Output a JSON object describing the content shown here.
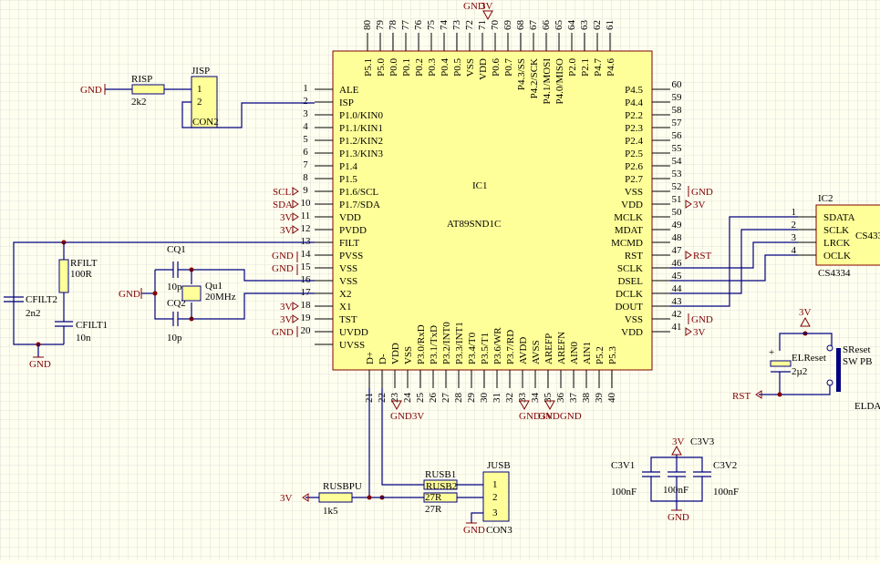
{
  "ic1": {
    "ref": "IC1",
    "part": "AT89SND1C",
    "left_pins": [
      {
        "n": "1",
        "name": "ALE"
      },
      {
        "n": "2",
        "name": "ISP"
      },
      {
        "n": "3",
        "name": "P1.0/KIN0"
      },
      {
        "n": "4",
        "name": "P1.1/KIN1"
      },
      {
        "n": "5",
        "name": "P1.2/KIN2"
      },
      {
        "n": "6",
        "name": "P1.3/KIN3"
      },
      {
        "n": "7",
        "name": "P1.4"
      },
      {
        "n": "8",
        "name": "P1.5"
      },
      {
        "n": "9",
        "name": "P1.6/SCL"
      },
      {
        "n": "10",
        "name": "P1.7/SDA"
      },
      {
        "n": "11",
        "name": "VDD"
      },
      {
        "n": "12",
        "name": "PVDD"
      },
      {
        "n": "13",
        "name": "FILT"
      },
      {
        "n": "14",
        "name": "PVSS"
      },
      {
        "n": "15",
        "name": "VSS"
      },
      {
        "n": "16",
        "name": "VSS"
      },
      {
        "n": "17",
        "name": "X2"
      },
      {
        "n": "18",
        "name": "X1"
      },
      {
        "n": "19",
        "name": "TST"
      },
      {
        "n": "20",
        "name": "UVDD"
      },
      {
        "n": "",
        "name": "UVSS"
      }
    ],
    "right_pins": [
      {
        "n": "60",
        "name": "P4.5"
      },
      {
        "n": "59",
        "name": "P4.4"
      },
      {
        "n": "58",
        "name": "P2.2"
      },
      {
        "n": "57",
        "name": "P2.3"
      },
      {
        "n": "56",
        "name": "P2.4"
      },
      {
        "n": "55",
        "name": "P2.5"
      },
      {
        "n": "54",
        "name": "P2.6"
      },
      {
        "n": "53",
        "name": "P2.7"
      },
      {
        "n": "52",
        "name": "VSS"
      },
      {
        "n": "51",
        "name": "VDD"
      },
      {
        "n": "50",
        "name": "MCLK"
      },
      {
        "n": "49",
        "name": "MDAT"
      },
      {
        "n": "48",
        "name": "MCMD"
      },
      {
        "n": "47",
        "name": "RST"
      },
      {
        "n": "46",
        "name": "SCLK"
      },
      {
        "n": "45",
        "name": "DSEL"
      },
      {
        "n": "44",
        "name": "DCLK"
      },
      {
        "n": "43",
        "name": "DOUT"
      },
      {
        "n": "42",
        "name": "VSS"
      },
      {
        "n": "41",
        "name": "VDD"
      }
    ],
    "top_pins": [
      {
        "n": "80",
        "name": "P5.1"
      },
      {
        "n": "79",
        "name": "P5.0"
      },
      {
        "n": "78",
        "name": "P0.0"
      },
      {
        "n": "77",
        "name": "P0.1"
      },
      {
        "n": "76",
        "name": "P0.2"
      },
      {
        "n": "75",
        "name": "P0.3"
      },
      {
        "n": "74",
        "name": "P0.4"
      },
      {
        "n": "73",
        "name": "P0.5"
      },
      {
        "n": "72",
        "name": "VSS"
      },
      {
        "n": "71",
        "name": "VDD"
      },
      {
        "n": "70",
        "name": "P0.6"
      },
      {
        "n": "69",
        "name": "P0.7"
      },
      {
        "n": "68",
        "name": "P4.3/SS"
      },
      {
        "n": "67",
        "name": "P4.2/SCK"
      },
      {
        "n": "66",
        "name": "P4.1/MOSI"
      },
      {
        "n": "65",
        "name": "P4.0/MISO"
      },
      {
        "n": "64",
        "name": "P2.0"
      },
      {
        "n": "63",
        "name": "P2.1"
      },
      {
        "n": "62",
        "name": "P4.7"
      },
      {
        "n": "61",
        "name": "P4.6"
      }
    ],
    "bottom_pins": [
      {
        "n": "21",
        "name": "D+"
      },
      {
        "n": "22",
        "name": "D-"
      },
      {
        "n": "23",
        "name": "VDD"
      },
      {
        "n": "24",
        "name": "VSS"
      },
      {
        "n": "25",
        "name": "P3.0/RxD"
      },
      {
        "n": "26",
        "name": "P3.1/TxD"
      },
      {
        "n": "27",
        "name": "P3.2/INT0"
      },
      {
        "n": "28",
        "name": "P3.3/INT1"
      },
      {
        "n": "29",
        "name": "P3.4/T0"
      },
      {
        "n": "30",
        "name": "P3.5/T1"
      },
      {
        "n": "31",
        "name": "P3.6/WR"
      },
      {
        "n": "32",
        "name": "P3.7/RD"
      },
      {
        "n": "33",
        "name": "AVDD"
      },
      {
        "n": "34",
        "name": "AVSS"
      },
      {
        "n": "35",
        "name": "AREFP"
      },
      {
        "n": "36",
        "name": "AREFN"
      },
      {
        "n": "37",
        "name": "AIN0"
      },
      {
        "n": "38",
        "name": "AIN1"
      },
      {
        "n": "39",
        "name": "P5.2"
      },
      {
        "n": "40",
        "name": "P5.3"
      }
    ]
  },
  "ic2": {
    "ref": "IC2",
    "part": "CS4334",
    "part_cut": "CS433",
    "pins": [
      {
        "n": "1",
        "name": "SDATA"
      },
      {
        "n": "2",
        "name": "SCLK"
      },
      {
        "n": "3",
        "name": "LRCK"
      },
      {
        "n": "4",
        "name": "OCLK"
      }
    ]
  },
  "risp": {
    "ref": "RISP",
    "value": "2k2"
  },
  "jisp": {
    "ref": "JISP",
    "part": "CON2",
    "pins": [
      "1",
      "2"
    ]
  },
  "rfilt": {
    "ref": "RFILT",
    "value": "100R"
  },
  "cfilt1": {
    "ref": "CFILT1",
    "value": "10n"
  },
  "cfilt2": {
    "ref": "CFILT2",
    "value": "2n2"
  },
  "cq1": {
    "ref": "CQ1",
    "value": "10p"
  },
  "cq2": {
    "ref": "CQ2",
    "value": "10p"
  },
  "xtal": {
    "ref": "Qu1",
    "value": "20MHz"
  },
  "rusbpu": {
    "ref": "RUSBPU",
    "value": "1k5"
  },
  "rusb1": {
    "ref": "RUSB1",
    "value": "27R"
  },
  "rusb2": {
    "ref": "RUSB2",
    "value": "27R"
  },
  "jusb": {
    "ref": "JUSB",
    "part": "CON3",
    "pins": [
      "1",
      "2",
      "3"
    ]
  },
  "elreset": {
    "ref": "ELReset",
    "value": "2µ2"
  },
  "sreset": {
    "ref": "SReset",
    "value": "SW PB"
  },
  "c3v3": {
    "ref": "C3V3",
    "value": "100nF"
  },
  "c3v1": {
    "ref": "C3V1",
    "value": "100nF"
  },
  "c3v2": {
    "ref": "C3V2",
    "value": "100nF"
  },
  "nets": {
    "gnd": "GND",
    "v3": "3V",
    "rst": "RST",
    "scl": "SCL",
    "sda": "SDA",
    "gnd3v": "GND3V",
    "gndgnd": "GNDGND"
  },
  "edge_label": "ELDA",
  "colors": {
    "background": "#fffff0",
    "grid": "#c8c8c8",
    "body": "#ffff99",
    "wire": "#000080",
    "power": "#800000"
  }
}
